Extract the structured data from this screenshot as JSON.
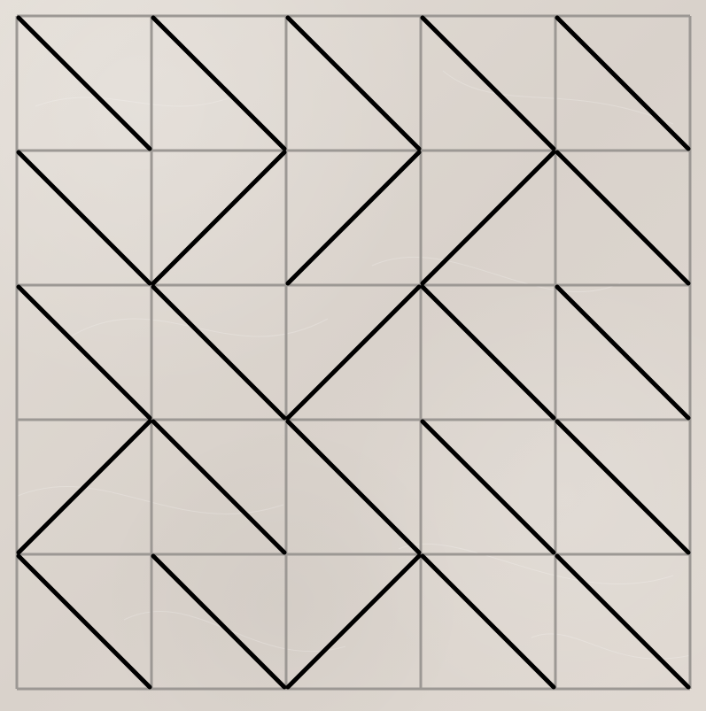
{
  "puzzle": {
    "rows": 5,
    "cols": 5,
    "cells": [
      [
        "diag_down",
        "diag_down",
        "diag_down",
        "diag_down",
        "diag_down"
      ],
      [
        "diag_down",
        "diag_up",
        "diag_up",
        "diag_up",
        "diag_down"
      ],
      [
        "diag_down",
        "diag_down",
        "diag_up",
        "diag_down",
        "diag_down"
      ],
      [
        "diag_up",
        "diag_down",
        "diag_down",
        "diag_down",
        "diag_down"
      ],
      [
        "diag_down",
        "diag_down",
        "diag_up",
        "diag_down",
        "diag_down"
      ]
    ]
  },
  "style": {
    "background_color": "#ddd6cf",
    "grid_color": "#9c9894",
    "line_color": "#000000"
  }
}
